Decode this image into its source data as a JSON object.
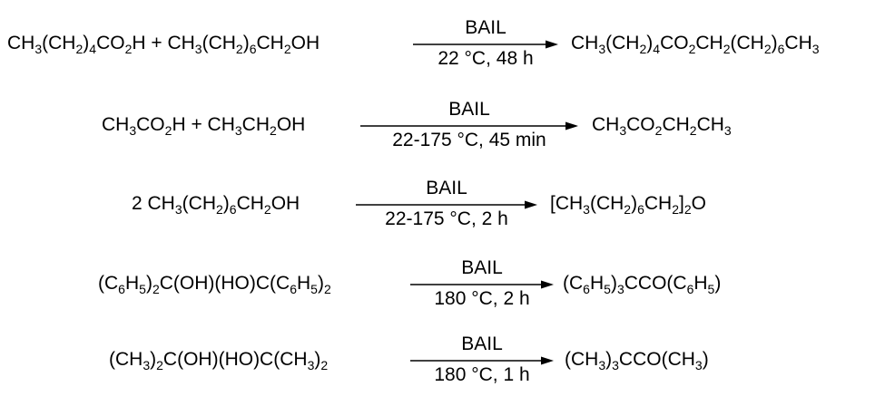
{
  "reactions": [
    {
      "reactants": "CH3(CH2)4CO2H + CH3(CH2)6CH2OH",
      "reagent": "BAIL",
      "conditions": "22 °C, 48 h",
      "product": "CH3(CH2)4CO2CH2(CH2)6CH3"
    },
    {
      "reactants": "CH3CO2H + CH3CH2OH",
      "reagent": "BAIL",
      "conditions": "22-175 °C, 45 min",
      "product": "CH3CO2CH2CH3"
    },
    {
      "reactants": "2 CH3(CH2)6CH2OH",
      "reagent": "BAIL",
      "conditions": "22-175 °C, 2 h",
      "product": "[CH3(CH2)6CH2]2O"
    },
    {
      "reactants": "(C6H5)2C(OH)(HO)C(C6H5)2",
      "reagent": "BAIL",
      "conditions": "180 °C, 2 h",
      "product": "(C6H5)3CCO(C6H5)"
    },
    {
      "reactants": "(CH3)2C(OH)(HO)C(CH3)2",
      "reagent": "BAIL",
      "conditions": "180 °C, 1 h",
      "product": "(CH3)3CCO(CH3)"
    }
  ]
}
